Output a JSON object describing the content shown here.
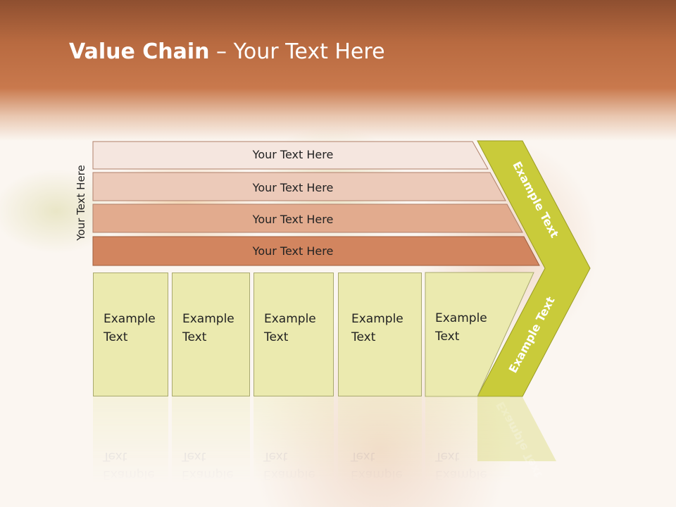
{
  "title": {
    "bold": "Value Chain",
    "rest": " – Your Text Here"
  },
  "side_label": "Your Text Here",
  "bands": [
    {
      "label": "Your Text Here",
      "color": "#f5e6df"
    },
    {
      "label": "Your Text Here",
      "color": "#eccab9"
    },
    {
      "label": "Your Text Here",
      "color": "#e2ab8e"
    },
    {
      "label": "Your Text Here",
      "color": "#d2855f"
    }
  ],
  "arrow": {
    "upper_label": "Example Text",
    "lower_label": "Example Text",
    "color": "#c9cb3a"
  },
  "boxes": [
    {
      "line1": "Example",
      "line2": "Text"
    },
    {
      "line1": "Example",
      "line2": "Text"
    },
    {
      "line1": "Example",
      "line2": "Text"
    },
    {
      "line1": "Example",
      "line2": "Text"
    },
    {
      "line1": "Example",
      "line2": "Text"
    }
  ],
  "colors": {
    "header": "#c9794d",
    "box_fill": "#ebeaaf"
  }
}
